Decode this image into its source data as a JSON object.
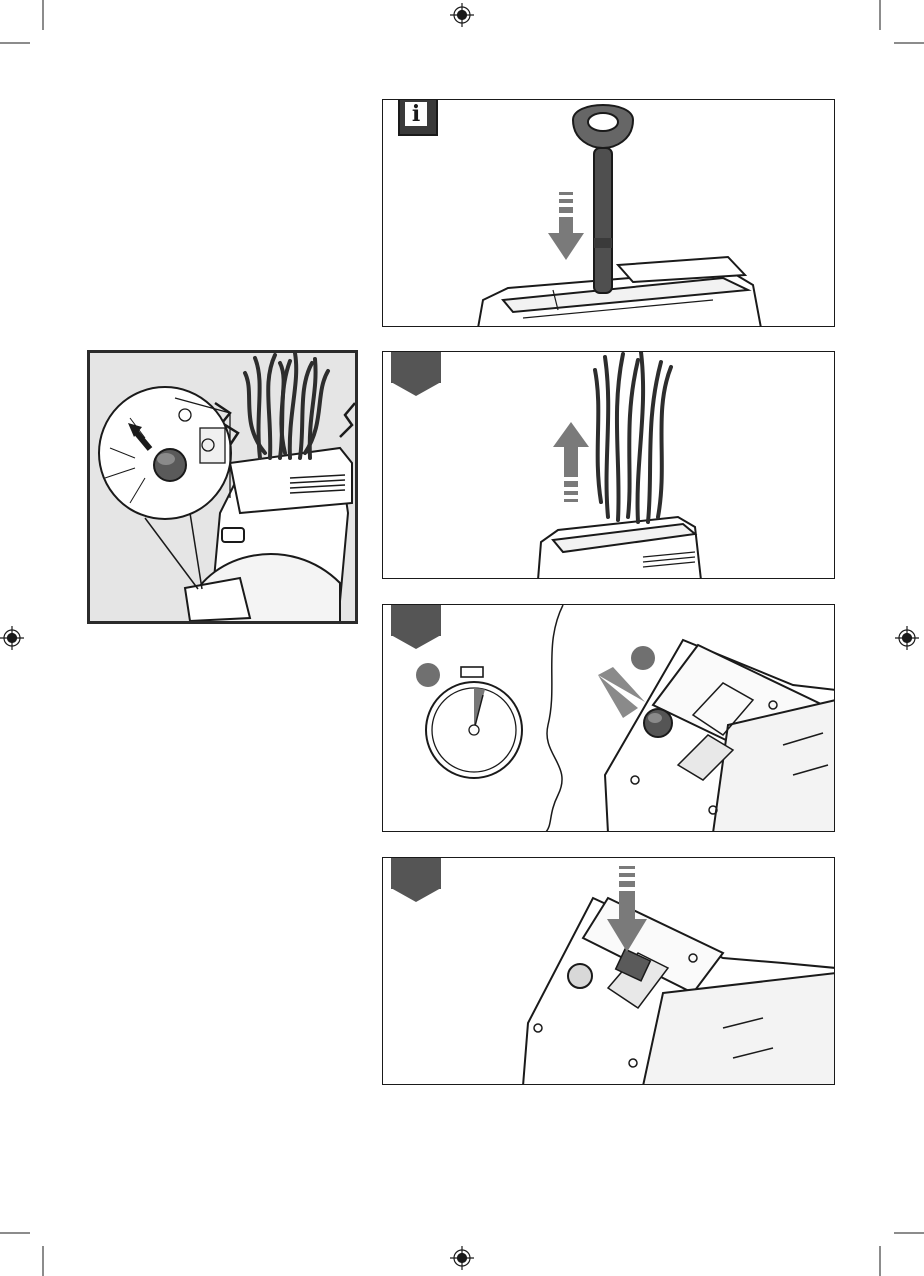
{
  "page": {
    "background": "#ffffff",
    "ink": "#1a1a1a",
    "tab_color": "#555555",
    "detail_background": "#e5e5e5"
  },
  "steps": [
    {
      "badge": "i",
      "icon": "info-icon",
      "content": "push-stick-into-hopper"
    },
    {
      "badge": "",
      "icon": "step-tab",
      "content": "remove-branches-from-hopper"
    },
    {
      "badge": "",
      "icon": "step-tab",
      "content": "wait-then-press-reset-button"
    },
    {
      "badge": "",
      "icon": "step-tab",
      "content": "press-power-switch"
    }
  ],
  "detail": {
    "icon": "overload-reset-button-icon",
    "content": "jammed-branches-overload"
  }
}
